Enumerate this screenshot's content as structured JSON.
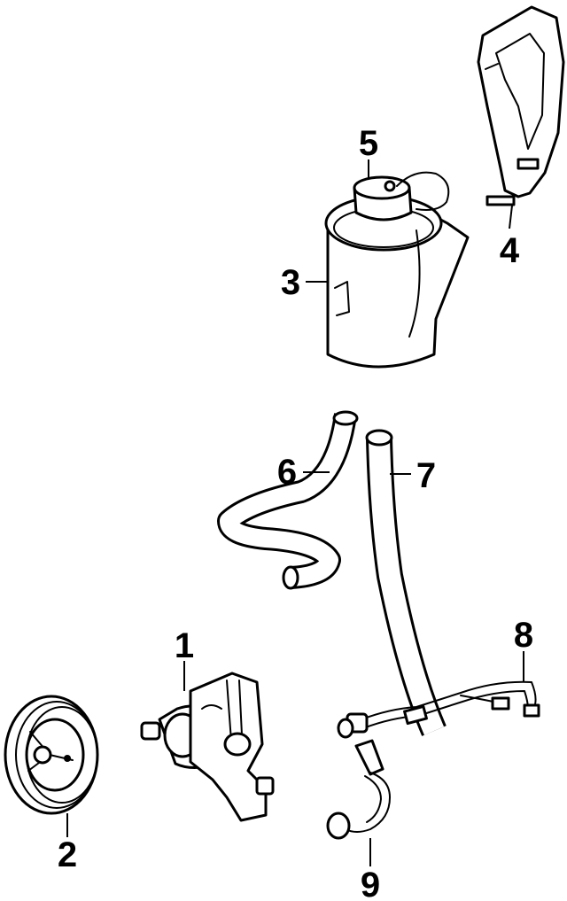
{
  "callouts": [
    {
      "number": "1",
      "part": "power-steering-pump"
    },
    {
      "number": "2",
      "part": "pulley"
    },
    {
      "number": "3",
      "part": "reservoir"
    },
    {
      "number": "4",
      "part": "reservoir-bracket"
    },
    {
      "number": "5",
      "part": "reservoir-cap"
    },
    {
      "number": "6",
      "part": "return-hose"
    },
    {
      "number": "7",
      "part": "supply-hose"
    },
    {
      "number": "8",
      "part": "pressure-line"
    },
    {
      "number": "9",
      "part": "return-line"
    }
  ],
  "colors": {
    "line": "#000000",
    "background": "#ffffff"
  }
}
